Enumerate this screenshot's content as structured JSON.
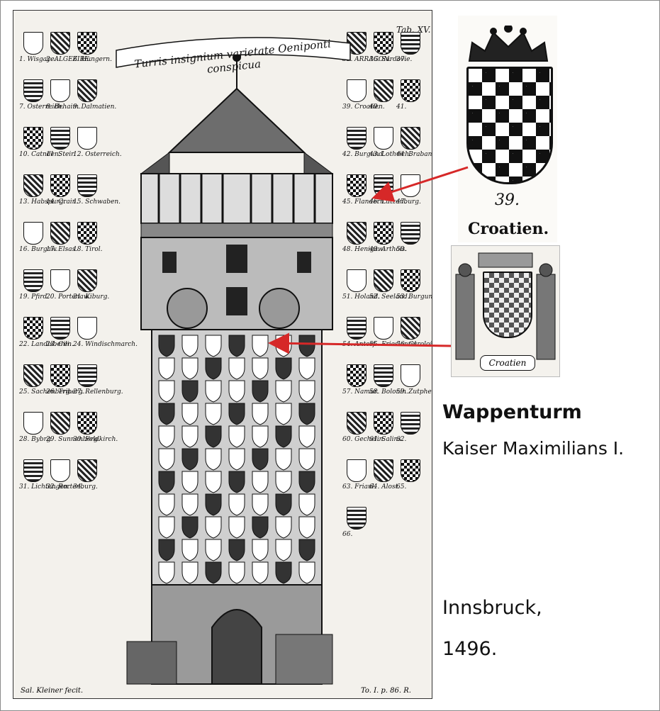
{
  "engraving": {
    "banner_text": "Turris insignium varietate Oeniponti conspicua",
    "tab_label": "Tab. XV.",
    "engraver_signature": "Sal. Kleiner fecit.",
    "plate_reference": "To. I. p. 86. R.",
    "left_labels": [
      {
        "num": "1.",
        "name": "Wisgaye."
      },
      {
        "num": "2.",
        "name": "ALGEZIRE."
      },
      {
        "num": "6.",
        "name": "Hungern."
      },
      {
        "num": "7.",
        "name": "Osterreich."
      },
      {
        "num": "8.",
        "name": "Behaim."
      },
      {
        "num": "9.",
        "name": "Dalmatien."
      },
      {
        "num": "10.",
        "name": "Catnden."
      },
      {
        "num": "11.",
        "name": "Steir."
      },
      {
        "num": "12.",
        "name": "Osterreich."
      },
      {
        "num": "13.",
        "name": "Habspurg."
      },
      {
        "num": "14.",
        "name": "Crain."
      },
      {
        "num": "15.",
        "name": "Schwaben."
      },
      {
        "num": "16.",
        "name": "Burgaw."
      },
      {
        "num": "17.",
        "name": "Elsas."
      },
      {
        "num": "18.",
        "name": "Tirol."
      },
      {
        "num": "19.",
        "name": "Pfird."
      },
      {
        "num": "20.",
        "name": "Portenaw."
      },
      {
        "num": "21.",
        "name": "Kiburg."
      },
      {
        "num": "22.",
        "name": "Landisberen."
      },
      {
        "num": "23.",
        "name": "Cili."
      },
      {
        "num": "24.",
        "name": "Windischmarch."
      },
      {
        "num": "25.",
        "name": "Sachenberg."
      },
      {
        "num": "26.",
        "name": "Triberg."
      },
      {
        "num": "27.",
        "name": "Rellenburg."
      },
      {
        "num": "28.",
        "name": "Bybrg."
      },
      {
        "num": "29.",
        "name": "Sunnenberg."
      },
      {
        "num": "30.",
        "name": "Feldkirch."
      },
      {
        "num": "31.",
        "name": "Lichtengen."
      },
      {
        "num": "32.",
        "name": "Rortenburg."
      },
      {
        "num": "34.",
        "name": ""
      }
    ],
    "right_labels": [
      {
        "num": "35.",
        "name": "ARRAGON."
      },
      {
        "num": "36.",
        "name": "Sardovie."
      },
      {
        "num": "37.",
        "name": ""
      },
      {
        "num": "39.",
        "name": "Croatien."
      },
      {
        "num": "40.",
        "name": ""
      },
      {
        "num": "41.",
        "name": ""
      },
      {
        "num": "42.",
        "name": "Burgund."
      },
      {
        "num": "43.",
        "name": "Lothrich."
      },
      {
        "num": "44.",
        "name": "Brabant."
      },
      {
        "num": "45.",
        "name": "Flandern."
      },
      {
        "num": "46.",
        "name": "Lutzenburg."
      },
      {
        "num": "47.",
        "name": ""
      },
      {
        "num": "48.",
        "name": "Henigaw."
      },
      {
        "num": "49.",
        "name": "Arthois."
      },
      {
        "num": "50.",
        "name": ""
      },
      {
        "num": "51.",
        "name": "Holand."
      },
      {
        "num": "52.",
        "name": "Seeland."
      },
      {
        "num": "53.",
        "name": "Burgunden."
      },
      {
        "num": "54.",
        "name": "Antorf."
      },
      {
        "num": "55.",
        "name": "Frieslannd."
      },
      {
        "num": "56.",
        "name": "Carolois."
      },
      {
        "num": "57.",
        "name": "Namur."
      },
      {
        "num": "58.",
        "name": "Bolonin."
      },
      {
        "num": "59.",
        "name": "Zutphen."
      },
      {
        "num": "60.",
        "name": "Gechelin."
      },
      {
        "num": "61.",
        "name": "Salins."
      },
      {
        "num": "62.",
        "name": ""
      },
      {
        "num": "63.",
        "name": "Friaul."
      },
      {
        "num": "64.",
        "name": "Alost."
      },
      {
        "num": "65.",
        "name": ""
      },
      {
        "num": "66.",
        "name": ""
      }
    ]
  },
  "inset_top": {
    "number": "39.",
    "name": "Croatien."
  },
  "inset_bottom": {
    "label": "Croatien"
  },
  "caption": {
    "title": "Wappenturm",
    "subtitle": "Kaiser Maximilians I.",
    "place": "Innsbruck,",
    "year": "1496."
  },
  "colors": {
    "arrow": "#d62828",
    "ink": "#111111",
    "paper": "#f3f1ec"
  }
}
